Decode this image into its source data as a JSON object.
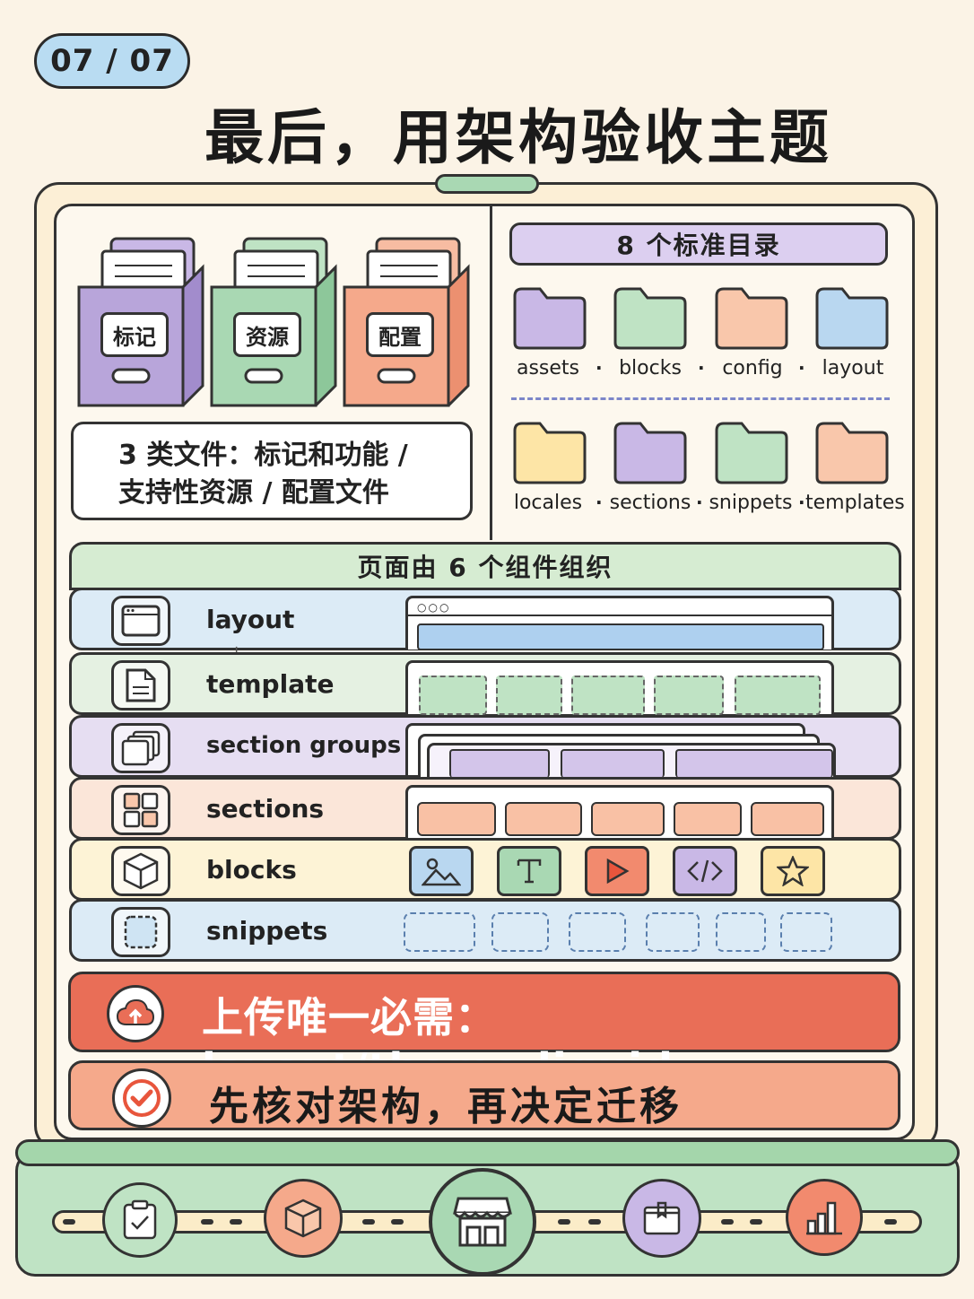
{
  "badge": "07 / 07",
  "title": "最后，用架构验收主题",
  "cabinets": [
    {
      "label": "标记",
      "color": "#b8a5da"
    },
    {
      "label": "资源",
      "color": "#a9d8b3"
    },
    {
      "label": "配置",
      "color": "#f5a98b"
    }
  ],
  "file_types": {
    "line1": "3 类文件：标记和功能 /",
    "line2": "支持性资源 / 配置文件"
  },
  "directories": {
    "title": "8 个标准目录",
    "row1": [
      "assets",
      "blocks",
      "config",
      "layout"
    ],
    "row2": [
      "locales",
      "sections",
      "snippets",
      "templates"
    ],
    "separator": "·"
  },
  "components": {
    "title": "页面由 6 个组件组织",
    "rows": [
      {
        "label": "layout",
        "icon": "browser-window-icon",
        "color": "#dcebf6"
      },
      {
        "label": "template",
        "icon": "document-icon",
        "color": "#e5f1e2"
      },
      {
        "label": "section groups",
        "icon": "stacked-layers-icon",
        "color": "#e6def2"
      },
      {
        "label": "sections",
        "icon": "grid-icon",
        "color": "#fbe6d9"
      },
      {
        "label": "blocks",
        "icon": "cube-icon",
        "color": "#fdf3d6"
      },
      {
        "label": "snippets",
        "icon": "dashed-square-icon",
        "color": "#dcebf6"
      }
    ],
    "block_icons": [
      "image-icon",
      "text-icon",
      "play-icon",
      "code-icon",
      "star-icon"
    ]
  },
  "upload": "上传唯一必需：layout/theme.liquid",
  "verify": "先核对架构，再决定迁移",
  "timeline": [
    "clipboard-check-icon",
    "box-icon",
    "storefront-icon",
    "package-icon",
    "bar-chart-icon"
  ]
}
